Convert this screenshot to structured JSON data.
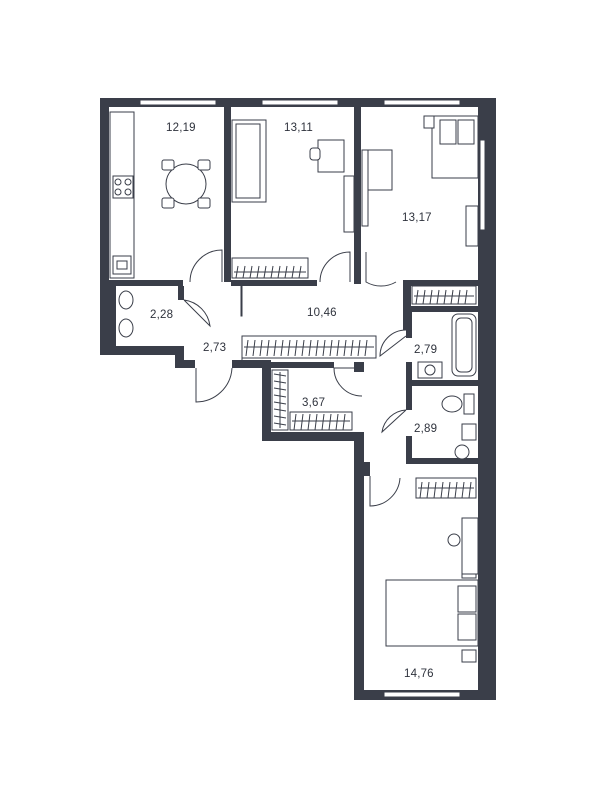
{
  "plan": {
    "rooms": [
      {
        "id": "kitchen",
        "area": "12,19"
      },
      {
        "id": "room-1",
        "area": "13,11"
      },
      {
        "id": "room-2",
        "area": "13,17"
      },
      {
        "id": "wc-1",
        "area": "2,28"
      },
      {
        "id": "entrance",
        "area": "2,73"
      },
      {
        "id": "corridor",
        "area": "10,46"
      },
      {
        "id": "bathroom",
        "area": "2,79"
      },
      {
        "id": "storage",
        "area": "3,67"
      },
      {
        "id": "wc-2",
        "area": "2,89"
      },
      {
        "id": "bedroom",
        "area": "14,76"
      }
    ]
  }
}
